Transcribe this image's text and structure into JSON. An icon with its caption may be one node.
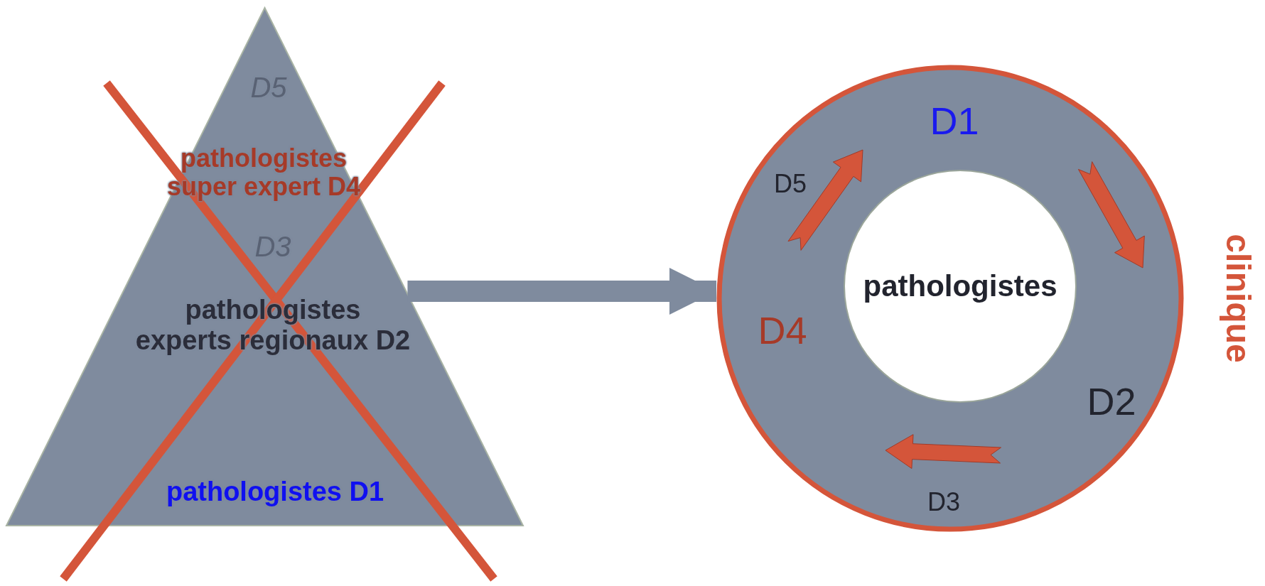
{
  "diagram": {
    "nodes": [
      {
        "text": [
          "D5",
          "pathologistes super expert D4",
          "D3",
          "pathologistes experts regionaux D2",
          "pathologistes D1"
        ]
      },
      {
        "text": [
          "D1",
          "D5",
          "D4",
          "D2",
          "D3"
        ],
        "beside": [
          "clinique"
        ]
      },
      {
        "text": [
          "pathologistes"
        ],
        "in": 1
      }
    ],
    "edges": [
      {
        "from": 0,
        "to": 1,
        "arrow": "to"
      }
    ]
  }
}
